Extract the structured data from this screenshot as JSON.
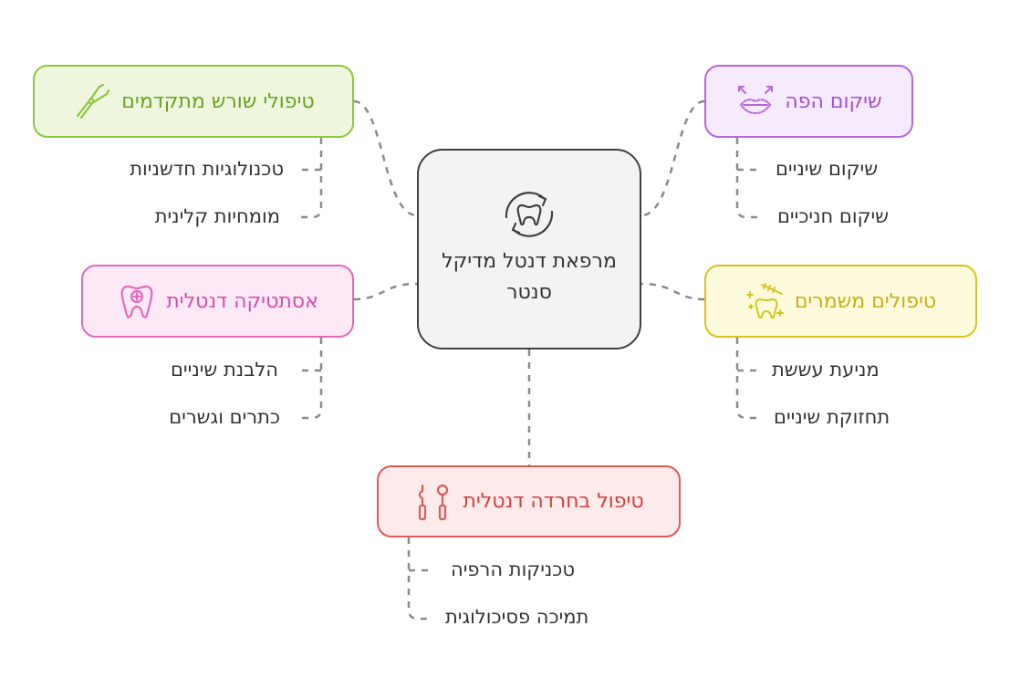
{
  "center": {
    "title": "מרפאת דנטל מדיקל סנטר",
    "icon": "tooth-refresh-icon"
  },
  "branches": [
    {
      "id": "root",
      "label": "טיפולי שורש מתקדמים",
      "icon": "pliers-icon",
      "color": "#8dc63f",
      "fill": "#eef7dd",
      "text_color": "#6aa120",
      "children": [
        "טכנולוגיות חדשניות",
        "מומחיות קלינית"
      ]
    },
    {
      "id": "aesthetic",
      "label": "אסתטיקה דנטלית",
      "icon": "tooth-plus-icon",
      "color": "#e06bb8",
      "fill": "#fde8f6",
      "text_color": "#d44fa8",
      "children": [
        "הלבנת שיניים",
        "כתרים וגשרים"
      ]
    },
    {
      "id": "mouth",
      "label": "שיקום הפה",
      "icon": "lips-icon",
      "color": "#b866e0",
      "fill": "#f6eafd",
      "text_color": "#a34fd4",
      "children": [
        "שיקום שיניים",
        "שיקום חניכיים"
      ]
    },
    {
      "id": "preventive",
      "label": "טיפולים משמרים",
      "icon": "toothbrush-icon",
      "color": "#d6c51c",
      "fill": "#fdfbdc",
      "text_color": "#c3b014",
      "children": [
        "מניעת עששת",
        "תחזוקת שיניים"
      ]
    },
    {
      "id": "anxiety",
      "label": "טיפול בחרדה דנטלית",
      "icon": "dental-tools-icon",
      "color": "#e05a5a",
      "fill": "#fdeaea",
      "text_color": "#d44040",
      "children": [
        "טכניקות הרפיה",
        "תמיכה פסיכולוגית"
      ]
    }
  ]
}
